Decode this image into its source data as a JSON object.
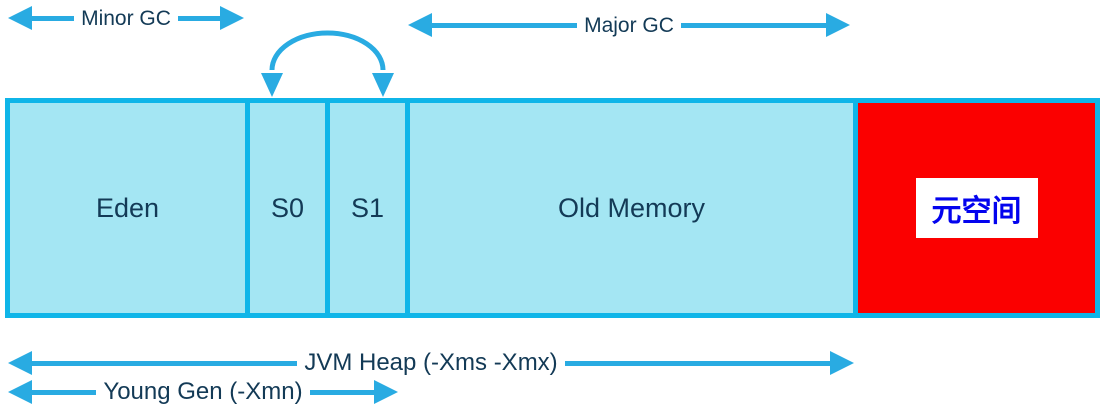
{
  "colors": {
    "arrow_cyan": "#29ABE2",
    "box_border_cyan": "#0FB5E8",
    "box_fill_light_cyan": "#A4E6F3",
    "metaspace_fill_red": "#FB0000",
    "label_navy": "#133A56",
    "metaspace_text_blue": "#0303EE"
  },
  "arrows": {
    "minor_gc": {
      "label": "Minor GC"
    },
    "major_gc": {
      "label": "Major GC"
    },
    "jvm_heap": {
      "label": "JVM Heap (-Xms -Xmx)"
    },
    "young_gen": {
      "label": "Young Gen (-Xmn)"
    }
  },
  "heap": {
    "sections": [
      {
        "label": "Eden"
      },
      {
        "label": "S0"
      },
      {
        "label": "S1"
      },
      {
        "label": "Old Memory"
      },
      {
        "label": "元空间"
      }
    ]
  }
}
